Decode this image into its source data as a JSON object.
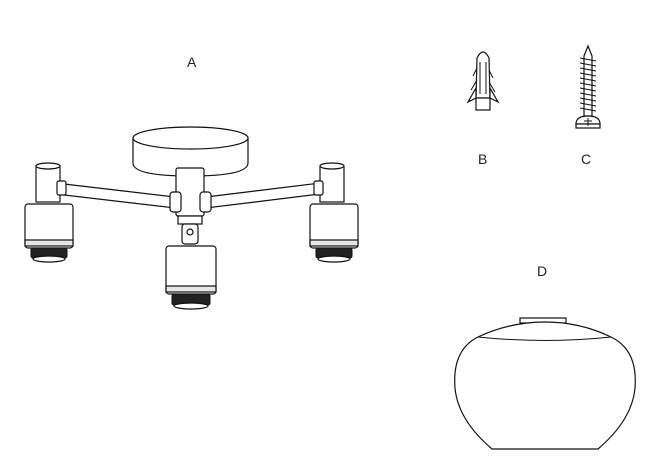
{
  "labels": {
    "a": "A",
    "b": "B",
    "c": "C",
    "d": "D"
  },
  "parts": [
    {
      "label": "A",
      "icon": "ceiling-light-fixture-icon"
    },
    {
      "label": "B",
      "icon": "wall-plug-anchor-icon"
    },
    {
      "label": "C",
      "icon": "wood-screw-icon"
    },
    {
      "label": "D",
      "icon": "glass-shade-icon"
    }
  ]
}
